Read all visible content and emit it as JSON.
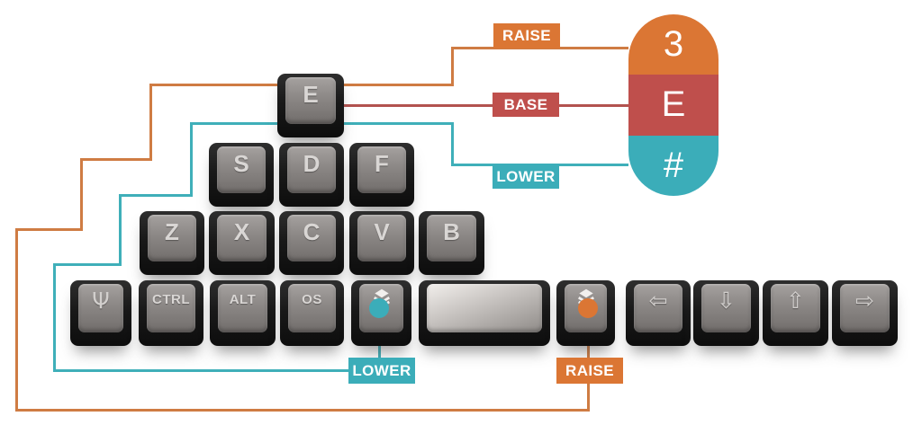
{
  "colors": {
    "raise": "#DB7634",
    "base": "#BF4F4C",
    "lower": "#3BADB9",
    "raise_line": "#CF7C43",
    "base_line": "#B2524F",
    "lower_line": "#3FAFB9"
  },
  "callouts": {
    "raise_top": "RAISE",
    "base": "BASE",
    "lower_top": "LOWER",
    "lower_bottom": "LOWER",
    "raise_bottom": "RAISE"
  },
  "legend_pill": {
    "raise_char": "3",
    "base_char": "E",
    "lower_char": "#"
  },
  "keyboard": {
    "keys": [
      {
        "name": "key-e",
        "legend": "E"
      },
      {
        "name": "key-s",
        "legend": "S"
      },
      {
        "name": "key-d",
        "legend": "D"
      },
      {
        "name": "key-f",
        "legend": "F"
      },
      {
        "name": "key-z",
        "legend": "Z"
      },
      {
        "name": "key-x",
        "legend": "X"
      },
      {
        "name": "key-c",
        "legend": "C"
      },
      {
        "name": "key-v",
        "legend": "V"
      },
      {
        "name": "key-b",
        "legend": "B"
      },
      {
        "name": "key-psi",
        "legend": "Ψ"
      },
      {
        "name": "key-ctrl",
        "legend": "CTRL"
      },
      {
        "name": "key-alt",
        "legend": "ALT"
      },
      {
        "name": "key-os",
        "legend": "OS"
      },
      {
        "name": "key-lower-layer",
        "icon": "layers-icon"
      },
      {
        "name": "key-space",
        "legend": ""
      },
      {
        "name": "key-raise-layer",
        "icon": "layers-icon"
      },
      {
        "name": "key-arrow-left",
        "legend": "⇦"
      },
      {
        "name": "key-arrow-down",
        "legend": "⇩"
      },
      {
        "name": "key-arrow-up",
        "legend": "⇧"
      },
      {
        "name": "key-arrow-right",
        "legend": "⇨"
      }
    ]
  }
}
